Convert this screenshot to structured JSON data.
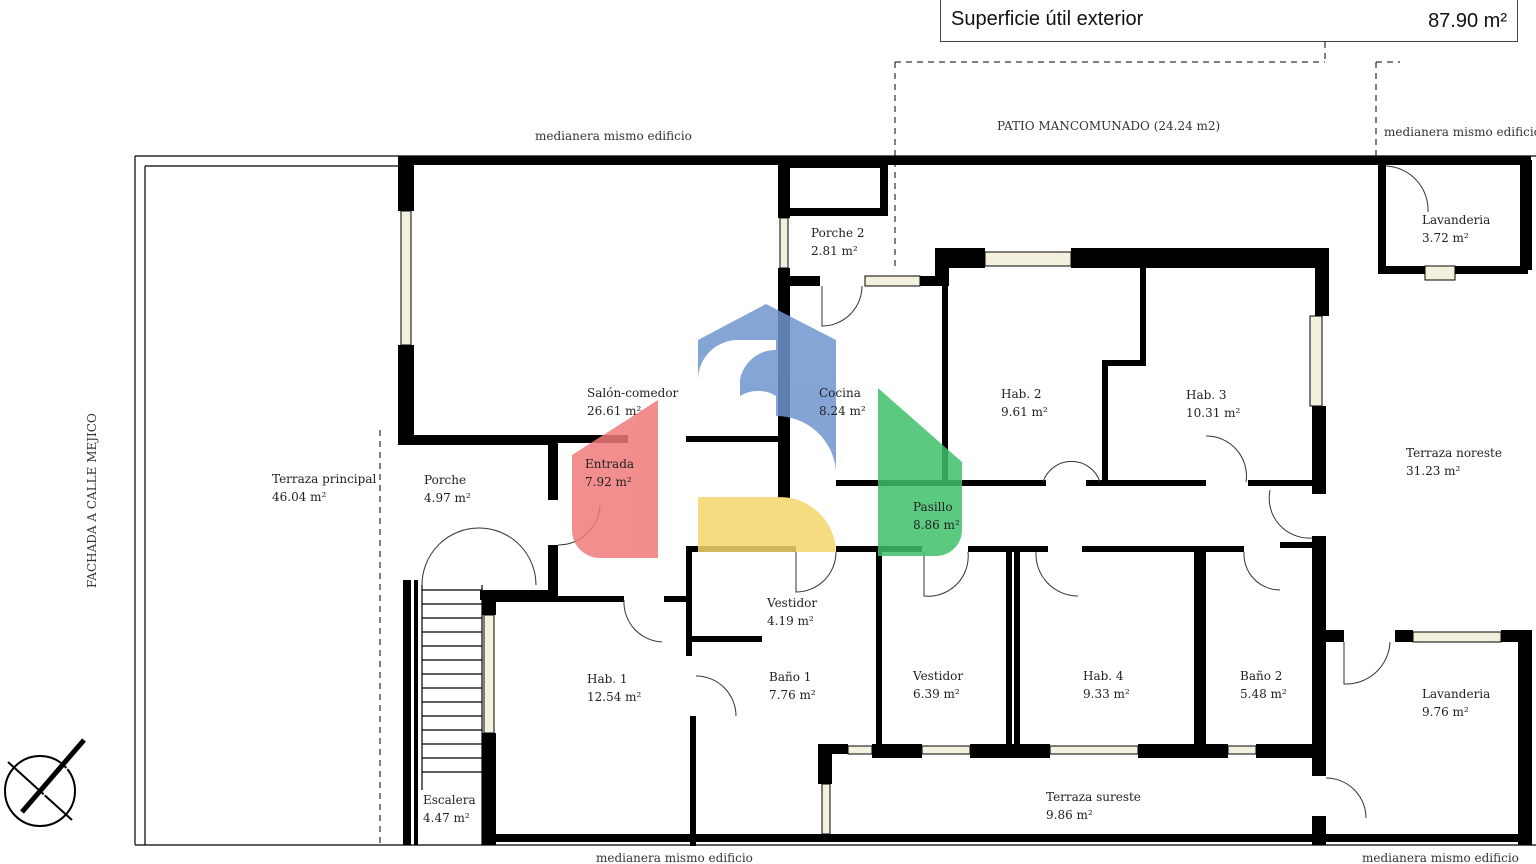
{
  "summary": {
    "label": "Superficie útil exterior",
    "value": "87.90 m²"
  },
  "notes": {
    "medianera_top_left": "medianera mismo edificio",
    "patio": "PATIO MANCOMUNADO (24.24 m2)",
    "medianera_top_right": "medianera mismo edificio",
    "medianera_bottom_left": "medianera mismo edificio",
    "medianera_bottom_right": "medianera mismo edificio",
    "fachada": "FACHADA A CALLE MEJICO"
  },
  "rooms": {
    "porche2": {
      "name": "Porche 2",
      "area": "2.81 m²"
    },
    "salon": {
      "name": "Salón-comedor",
      "area": "26.61 m²"
    },
    "cocina": {
      "name": "Cocina",
      "area": "8.24 m²"
    },
    "hab2": {
      "name": "Hab. 2",
      "area": "9.61 m²"
    },
    "hab3": {
      "name": "Hab. 3",
      "area": "10.31 m²"
    },
    "lavanderia1": {
      "name": "Lavanderia",
      "area": "3.72 m²"
    },
    "terraza_noreste": {
      "name": "Terraza noreste",
      "area": "31.23 m²"
    },
    "entrada": {
      "name": "Entrada",
      "area": "7.92 m²"
    },
    "terraza_principal": {
      "name": "Terraza principal",
      "area": "46.04 m²"
    },
    "porche": {
      "name": "Porche",
      "area": "4.97 m²"
    },
    "pasillo": {
      "name": "Pasillo",
      "area": "8.86 m²"
    },
    "vestidor1": {
      "name": "Vestidor",
      "area": "4.19 m²"
    },
    "hab1": {
      "name": "Hab. 1",
      "area": "12.54 m²"
    },
    "bano1": {
      "name": "Baño 1",
      "area": "7.76 m²"
    },
    "vestidor2": {
      "name": "Vestidor",
      "area": "6.39 m²"
    },
    "hab4": {
      "name": "Hab. 4",
      "area": "9.33 m²"
    },
    "bano2": {
      "name": "Baño 2",
      "area": "5.48 m²"
    },
    "lavanderia2": {
      "name": "Lavanderia",
      "area": "9.76 m²"
    },
    "terraza_sureste": {
      "name": "Terraza sureste",
      "area": "9.86 m²"
    },
    "escalera": {
      "name": "Escalera",
      "area": "4.47 m²"
    }
  },
  "colors": {
    "logo_blue": "#6f95cf",
    "logo_red": "#f07a7a",
    "logo_yellow": "#f5d66a",
    "logo_green": "#3fbf6a"
  },
  "icons": {
    "north": "compass-icon"
  }
}
